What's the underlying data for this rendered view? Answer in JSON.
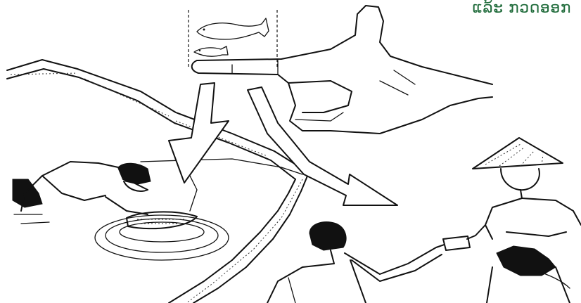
{
  "caption": {
    "text": "ແລ້ະ ກວດອອກ",
    "color": "#1f6b3a"
  },
  "illustration": {
    "elements": [
      "hand-icon",
      "fish-icon",
      "arrow-icon",
      "pond-embankment",
      "fisherman-figure",
      "buyer-figure",
      "seller-figure",
      "conical-hat-icon"
    ]
  }
}
